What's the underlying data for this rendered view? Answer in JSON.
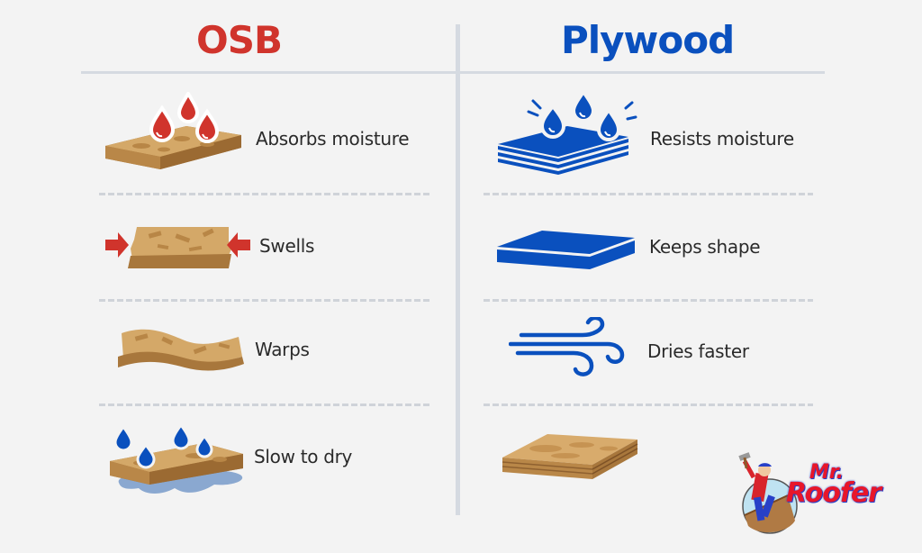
{
  "columns": {
    "osb": {
      "title": "OSB",
      "color": "#d0342c",
      "items": [
        {
          "label": "Absorbs moisture",
          "icon": "osb-board-red-drops-icon"
        },
        {
          "label": "Swells",
          "icon": "osb-board-compress-arrows-icon"
        },
        {
          "label": "Warps",
          "icon": "osb-warped-board-icon"
        },
        {
          "label": "Slow to dry",
          "icon": "osb-board-puddle-icon"
        }
      ]
    },
    "plywood": {
      "title": "Plywood",
      "color": "#0a50be",
      "items": [
        {
          "label": "Resists moisture",
          "icon": "plywood-layers-drops-icon"
        },
        {
          "label": "Keeps shape",
          "icon": "flat-board-icon"
        },
        {
          "label": "Dries faster",
          "icon": "wind-icon"
        },
        {
          "label": "",
          "icon": "plywood-board-icon"
        }
      ]
    }
  },
  "logo": {
    "line1": "Mr.",
    "line2": "Roofer"
  },
  "colors": {
    "background": "#f3f3f3",
    "divider": "#d5dae1",
    "osb_wood": "#c99a5a",
    "plywood_blue": "#0a50be",
    "red_drop": "#d0342c",
    "blue_drop": "#0a50be"
  }
}
